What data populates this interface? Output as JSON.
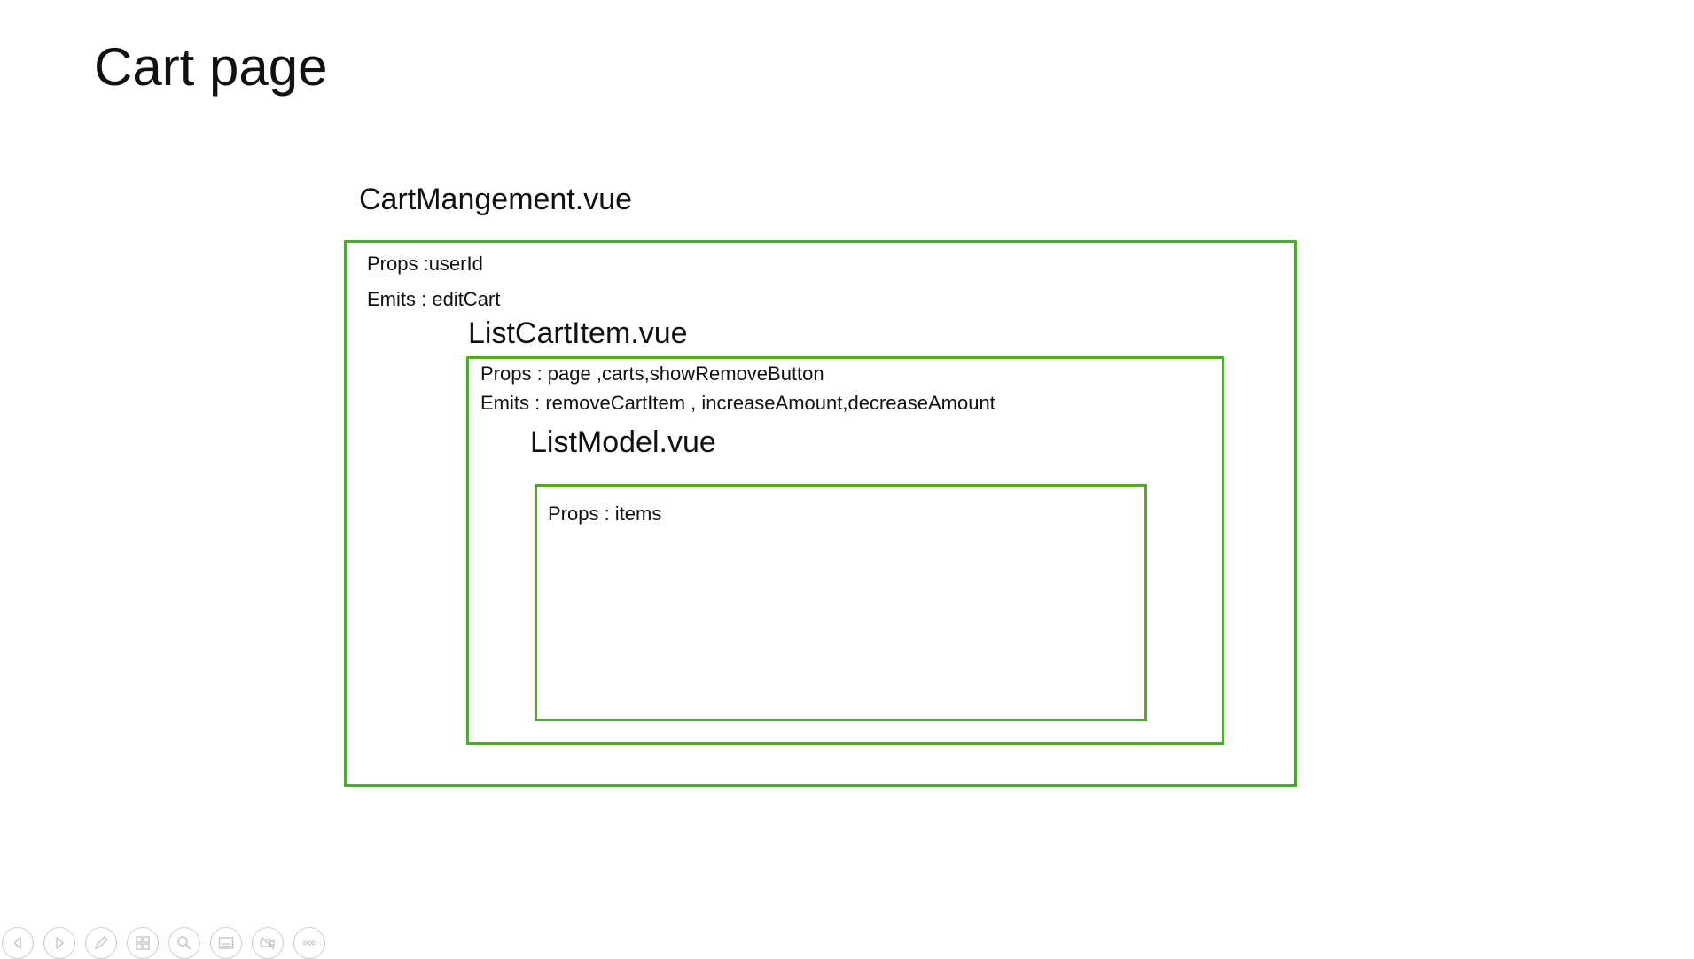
{
  "slide": {
    "title": "Cart page"
  },
  "components": {
    "cart_management": {
      "label": "CartMangement.vue",
      "props": "Props :userId",
      "emits": "Emits : editCart"
    },
    "list_cart_item": {
      "label": "ListCartItem.vue",
      "props": "Props : page ,carts,showRemoveButton",
      "emits": "Emits : removeCartItem , increaseAmount,decreaseAmount"
    },
    "list_model": {
      "label": "ListModel.vue",
      "props": "Props : items"
    }
  },
  "colors": {
    "box_border": "#4ea72e",
    "toolbar_icon": "#c8c8c8"
  },
  "toolbar": {
    "buttons": [
      {
        "icon": "previous-slide-icon"
      },
      {
        "icon": "next-slide-icon"
      },
      {
        "icon": "pen-icon"
      },
      {
        "icon": "see-all-slides-icon"
      },
      {
        "icon": "zoom-icon"
      },
      {
        "icon": "subtitles-icon"
      },
      {
        "icon": "camera-off-icon"
      },
      {
        "icon": "more-options-icon"
      }
    ]
  }
}
